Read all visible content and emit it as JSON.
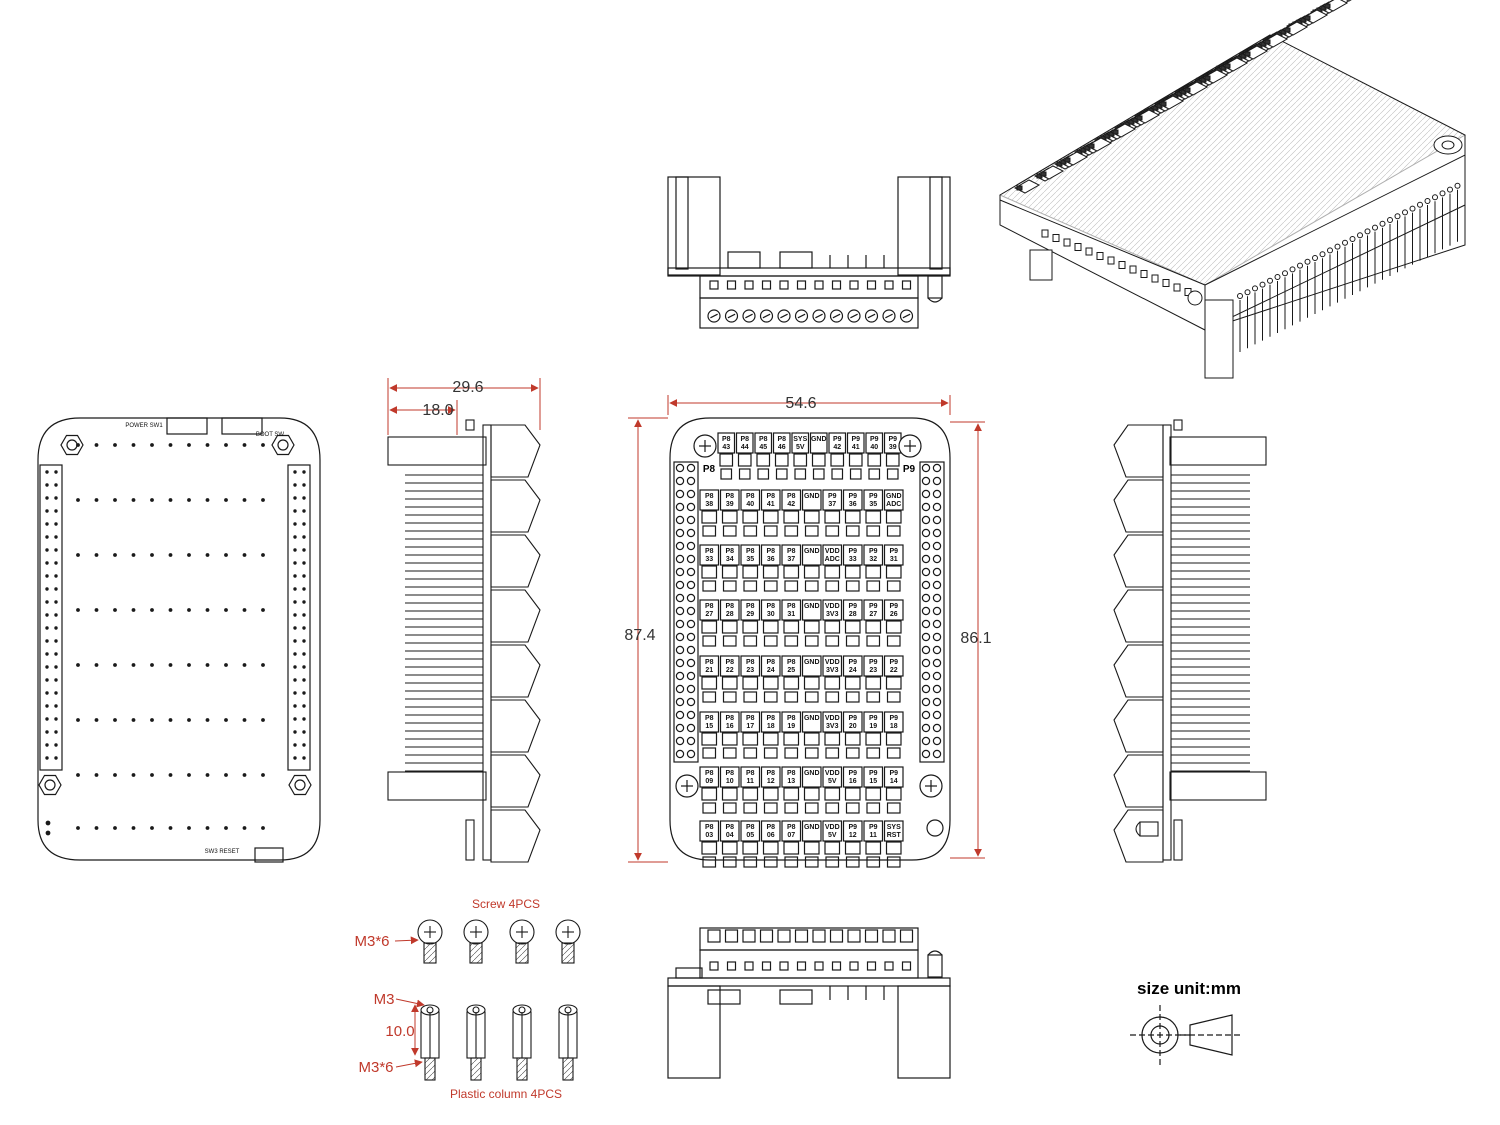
{
  "dimensions": {
    "side_total": "29.6",
    "side_inner": "18.0",
    "top_width": "54.6",
    "top_height_left": "87.4",
    "top_height_right": "86.1"
  },
  "board_labels": {
    "power_sw": "POWER SW1",
    "boot_sw": "BOOT SW",
    "reset_sw": "SW3 RESET",
    "p8": "P8",
    "p9": "P9"
  },
  "terminal_rows": [
    [
      "P8 43",
      "P8 44",
      "P8 45",
      "P8 46",
      "SYS 5V",
      "GND",
      "P9 42",
      "P9 41",
      "P9 40",
      "P9 39"
    ],
    [
      "P8 38",
      "P8 39",
      "P8 40",
      "P8 41",
      "P8 42",
      "GND",
      "P9 37",
      "P9 36",
      "P9 35",
      "GND ADC"
    ],
    [
      "P8 33",
      "P8 34",
      "P8 35",
      "P8 36",
      "P8 37",
      "GND",
      "VDD ADC",
      "P9 33",
      "P9 32",
      "P9 31"
    ],
    [
      "P8 27",
      "P8 28",
      "P8 29",
      "P8 30",
      "P8 31",
      "GND",
      "VDD 3V3",
      "P9 28",
      "P9 27",
      "P9 26"
    ],
    [
      "P8 21",
      "P8 22",
      "P8 23",
      "P8 24",
      "P8 25",
      "GND",
      "VDD 3V3",
      "P9 24",
      "P9 23",
      "P9 22"
    ],
    [
      "P8 15",
      "P8 16",
      "P8 17",
      "P8 18",
      "P8 19",
      "GND",
      "VDD 3V3",
      "P9 20",
      "P9 19",
      "P9 18"
    ],
    [
      "P8 09",
      "P8 10",
      "P8 11",
      "P8 12",
      "P8 13",
      "GND",
      "VDD 5V",
      "P9 16",
      "P9 15",
      "P9 14"
    ],
    [
      "P8 03",
      "P8 04",
      "P8 05",
      "P8 06",
      "P8 07",
      "GND",
      "VDD 5V",
      "P9 12",
      "P9 11",
      "SYS RST"
    ]
  ],
  "hardware": {
    "screw_title": "Screw 4PCS",
    "screw_size": "M3*6",
    "standoff_thread": "M3",
    "standoff_height": "10.0",
    "standoff_bottom": "M3*6",
    "column_title": "Plastic column 4PCS"
  },
  "size_unit": "size unit:mm",
  "colors": {
    "line": "#1a1a1a",
    "dimension": "#c0392b"
  }
}
